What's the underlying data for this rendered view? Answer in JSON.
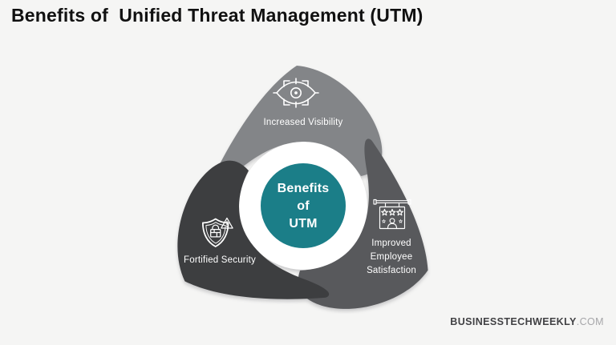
{
  "title": "Benefits of  Unified Threat Management (UTM)",
  "background_color": "#f5f5f4",
  "diagram": {
    "center": {
      "line1": "Benefits",
      "line2": "of",
      "line3": "UTM",
      "circle_color": "#1b7e88",
      "ring_color": "#ffffff",
      "text_color": "#ffffff"
    },
    "segments": [
      {
        "id": "top",
        "label": "Increased Visibility",
        "icon": "visibility-eye-icon",
        "color": "#838588"
      },
      {
        "id": "bottom-left",
        "label": "Fortified Security",
        "icon": "shield-lock-alert-icon",
        "color": "#3d3e40"
      },
      {
        "id": "bottom-right",
        "label": "Improved Employee Satisfaction",
        "icon": "employee-satisfaction-rating-icon",
        "color": "#58595c"
      }
    ]
  },
  "footer": {
    "brand": "BUSINESSTECHWEEKLY",
    "domain": ".COM"
  }
}
